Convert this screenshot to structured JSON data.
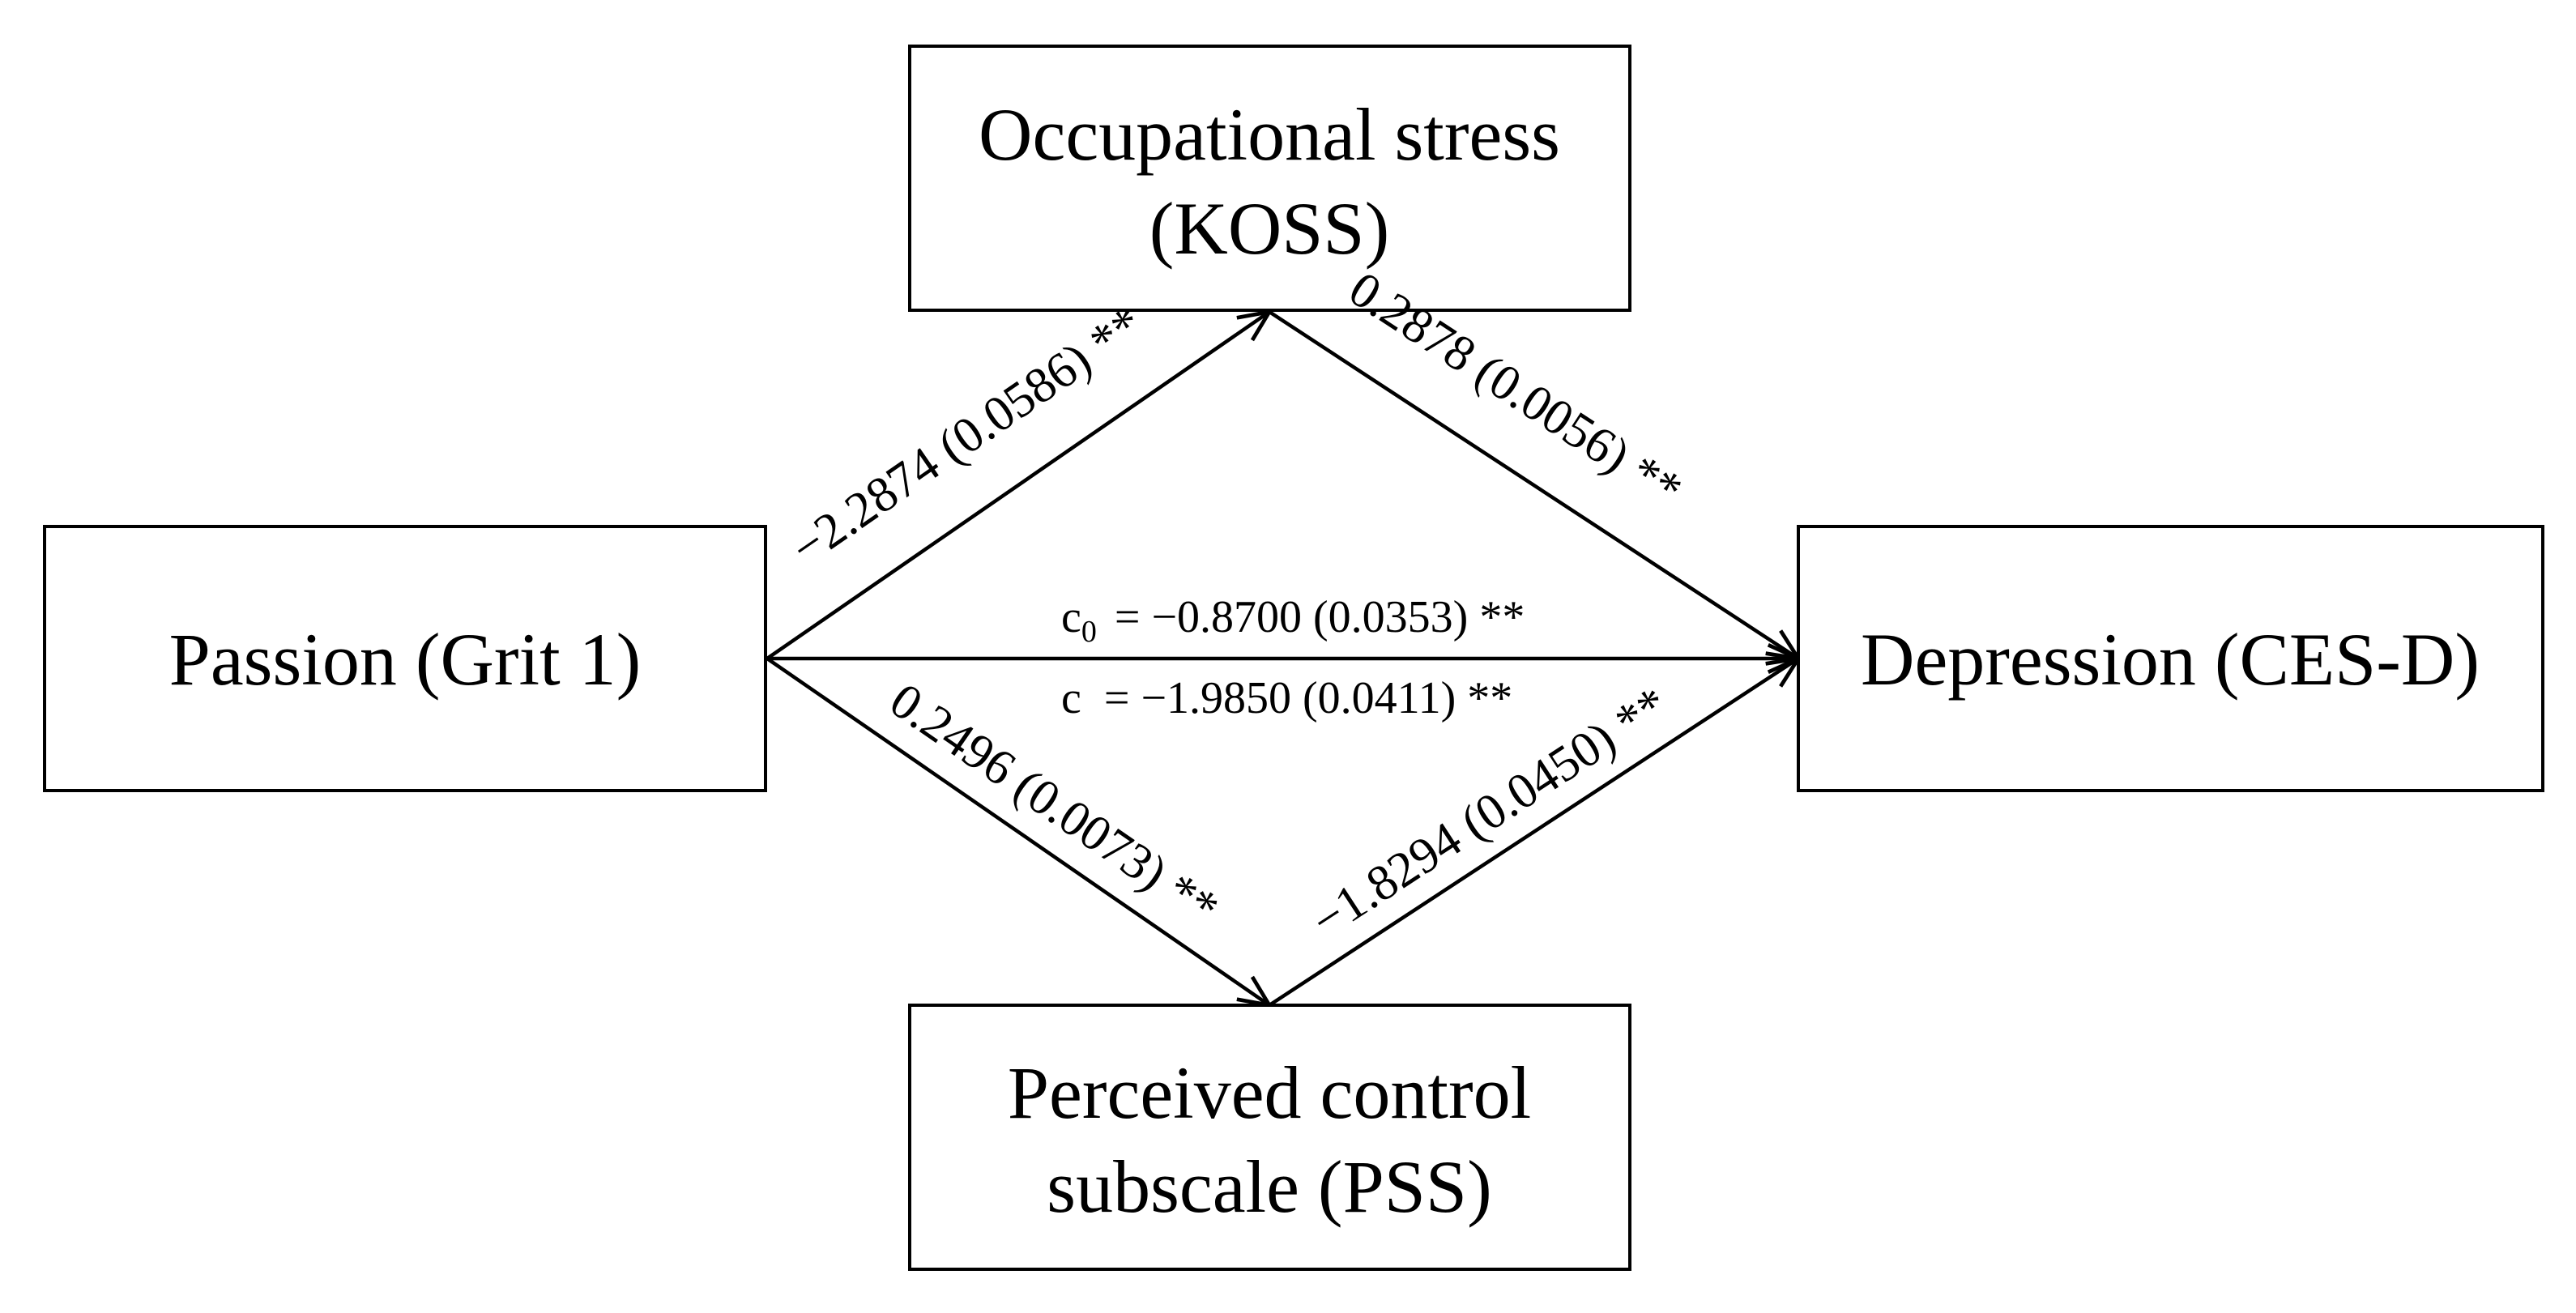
{
  "nodes": {
    "occupational_stress": {
      "line1": "Occupational stress",
      "line2": "(KOSS)"
    },
    "passion": {
      "line1": "Passion (Grit 1)"
    },
    "depression": {
      "line1": "Depression (CES-D)"
    },
    "perceived_control": {
      "line1": "Perceived control",
      "line2": "subscale (PSS)"
    }
  },
  "edges": {
    "passion_to_koss": "−2.2874 (0.0586) **",
    "koss_to_depression": "0.2878 (0.0056) **",
    "passion_to_pss": "0.2496 (0.0073) **",
    "pss_to_depression": "−1.8294 (0.0450) **",
    "direct_c0_symbol": "c",
    "direct_c0_subscript": "0",
    "direct_c0_value": "= −0.8700 (0.0353) **",
    "direct_c_symbol": "c",
    "direct_c_value": "= −1.9850 (0.0411) **"
  }
}
